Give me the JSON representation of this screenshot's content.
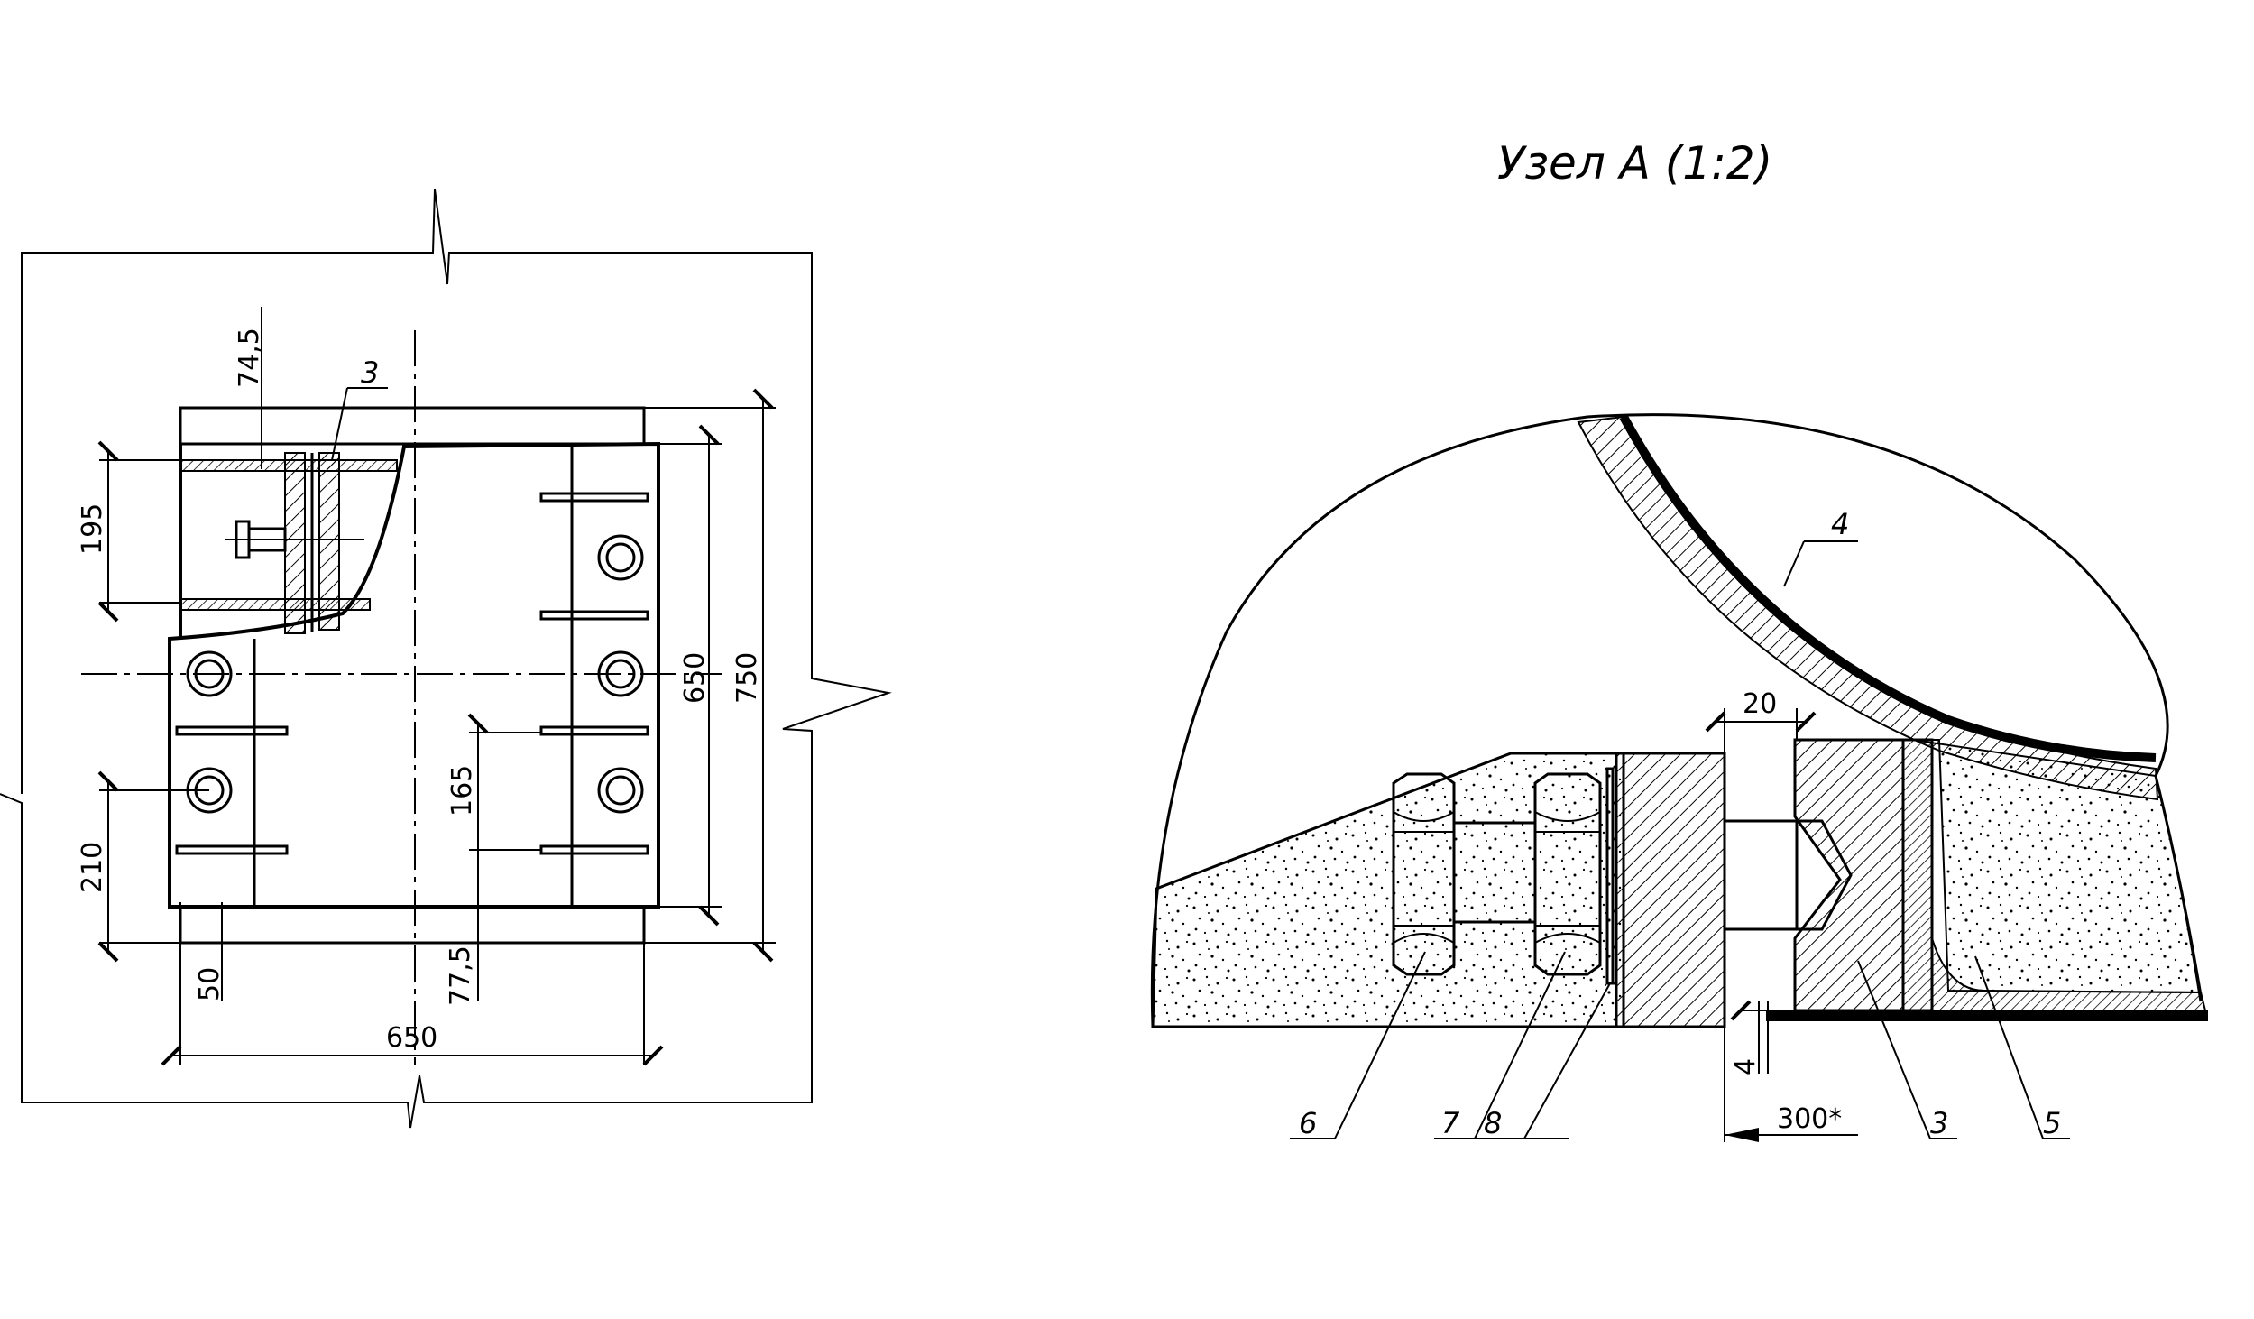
{
  "title": "Узел А (1:2)",
  "plan_view": {
    "dimensions": {
      "d_74_5": "74,5",
      "d_195": "195",
      "d_210": "210",
      "d_165": "165",
      "d_50": "50",
      "d_77_5": "77,5",
      "d_650_bottom": "650",
      "d_650_right": "650",
      "d_750": "750"
    },
    "callouts": {
      "part_3": "3"
    }
  },
  "detail_view": {
    "dimensions": {
      "d_20": "20",
      "d_4": "4",
      "d_300": "300*"
    },
    "callouts": {
      "part_4": "4",
      "part_6": "6",
      "part_7": "7",
      "part_8": "8",
      "part_3": "3",
      "part_5": "5"
    }
  }
}
